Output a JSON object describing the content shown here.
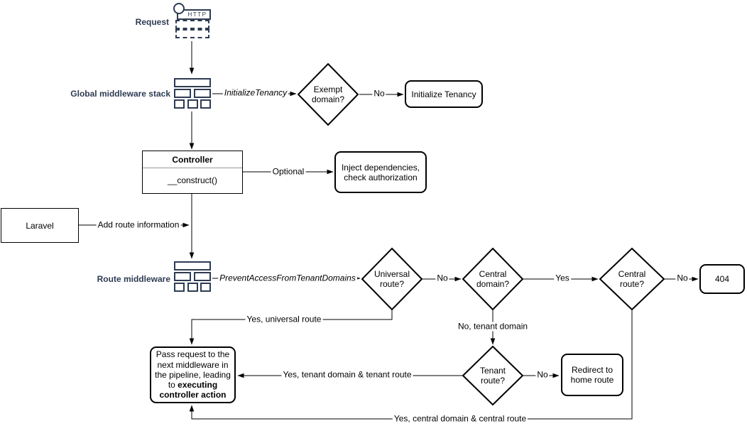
{
  "colors": {
    "accent": "#2e3b52",
    "line": "#000000",
    "background": "#ffffff"
  },
  "stages": {
    "request": {
      "label": "Request",
      "icon_text": "HTTP"
    },
    "global_stack": {
      "label": "Global middleware stack"
    },
    "route_middleware": {
      "label": "Route middleware"
    }
  },
  "nodes": {
    "exempt_domain": {
      "text": "Exempt domain?"
    },
    "initialize_tenancy": {
      "text": "Initialize Tenancy"
    },
    "controller": {
      "title": "Controller",
      "method": "__construct()"
    },
    "inject_dependencies": {
      "text": "Inject dependencies, check authorization"
    },
    "laravel": {
      "text": "Laravel"
    },
    "universal_route": {
      "text": "Universal route?"
    },
    "central_domain": {
      "text": "Central domain?"
    },
    "central_route": {
      "text": "Central route?"
    },
    "error_404": {
      "text": "404"
    },
    "tenant_route": {
      "text": "Tenant route?"
    },
    "redirect_home": {
      "text": "Redirect to home route"
    },
    "pass_request": {
      "text_normal": "Pass request to the next middleware in the pipeline, leading to ",
      "text_bold": "executing controller action"
    }
  },
  "edges": {
    "initialize_tenancy_middleware": "InitializeTenancy",
    "exempt_no": "No",
    "optional": "Optional",
    "add_route_information": "Add route information",
    "prevent_access": "PreventAccessFromTenantDomains",
    "universal_no": "No",
    "central_domain_yes": "Yes",
    "central_route_no": "No",
    "yes_universal_route": "Yes, universal route",
    "no_tenant_domain": "No, tenant domain",
    "yes_tenant_domain_route": "Yes, tenant domain & tenant route",
    "tenant_no": "No",
    "yes_central_domain_route": "Yes, central domain & central route"
  }
}
